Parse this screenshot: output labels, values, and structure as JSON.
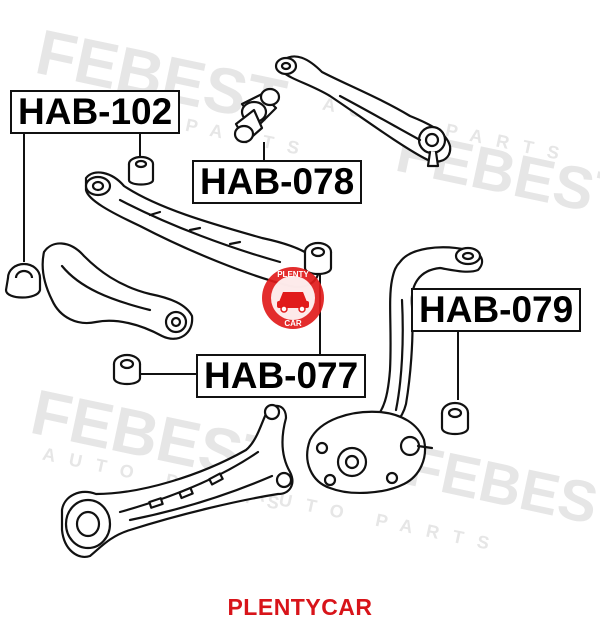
{
  "watermark": {
    "brand": "FEBEST",
    "tagline": "AUTO PARTS"
  },
  "callouts": [
    {
      "id": "hab-102",
      "text": "HAB-102"
    },
    {
      "id": "hab-078",
      "text": "HAB-078"
    },
    {
      "id": "hab-079",
      "text": "HAB-079"
    },
    {
      "id": "hab-077",
      "text": "HAB-077"
    }
  ],
  "logo": {
    "top_text": "PLENTY",
    "bottom_text": "CAR",
    "color": "#e11b1b"
  },
  "footer": {
    "text": "PLENTYCAR",
    "color": "#d8141a"
  },
  "colors": {
    "line": "#111111",
    "label_border": "#111111"
  }
}
